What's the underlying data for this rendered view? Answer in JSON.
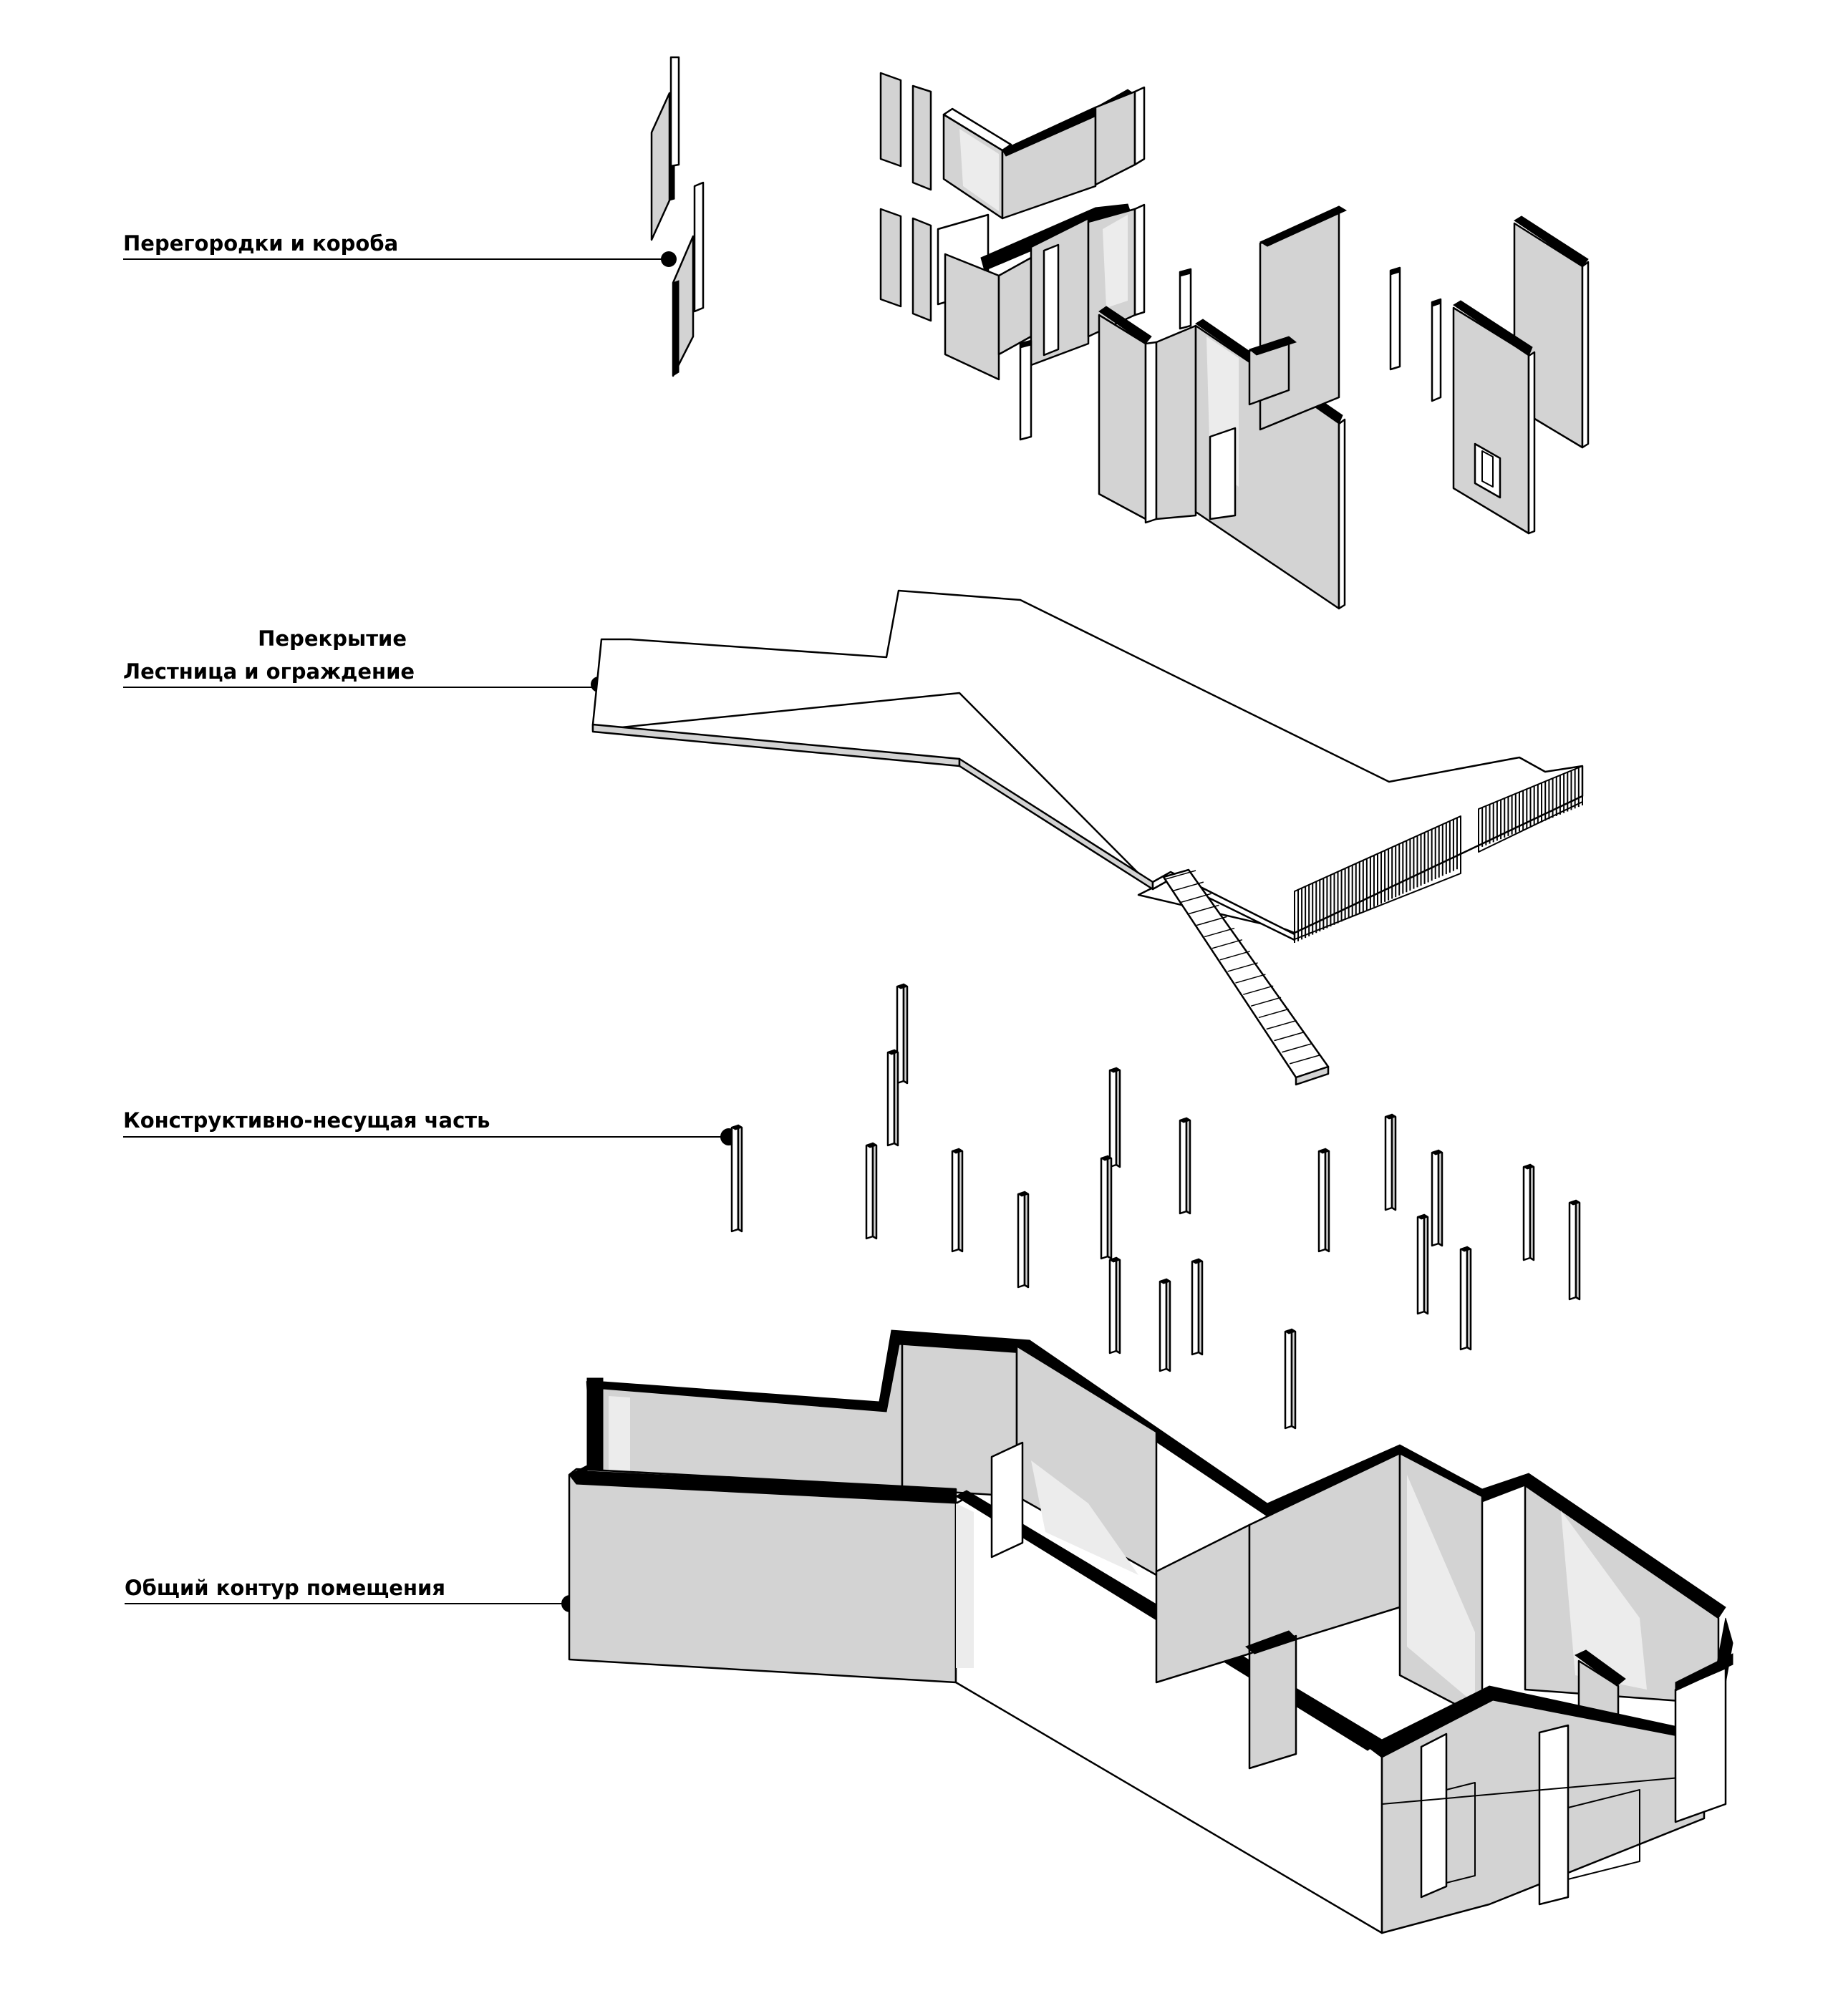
{
  "labels": {
    "partitions": "Перегородки и короба",
    "slab": "Перекрытие",
    "stair": "Лестница и ограждение",
    "structure": "Конструктивно-несущая часть",
    "outline": "Общий контур помещения"
  },
  "colors": {
    "background": "#ffffff",
    "wall_fill": "#d3d3d3",
    "wall_top": "#000000",
    "line": "#000000"
  }
}
